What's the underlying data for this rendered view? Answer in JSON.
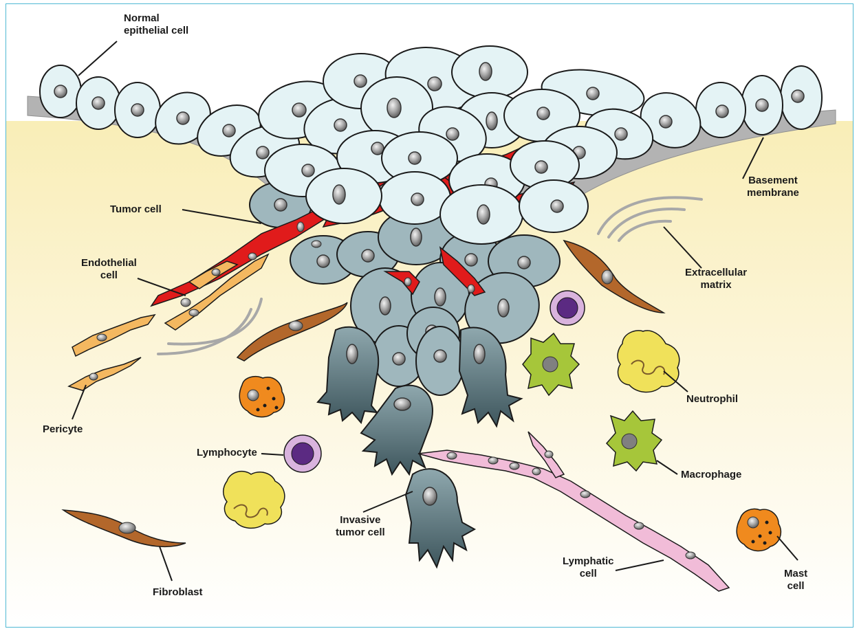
{
  "labels": {
    "normal_epithelial_cell": [
      "Normal",
      "epithelial cell"
    ],
    "basement_membrane": [
      "Basement",
      "membrane"
    ],
    "tumor_cell": [
      "Tumor cell"
    ],
    "endothelial_cell": [
      "Endothelial",
      "cell"
    ],
    "extracellular_matrix": [
      "Extracellular",
      "matrix"
    ],
    "pericyte": [
      "Pericyte"
    ],
    "neutrophil": [
      "Neutrophil"
    ],
    "lymphocyte": [
      "Lymphocyte"
    ],
    "macrophage": [
      "Macrophage"
    ],
    "invasive_tumor_cell": [
      "Invasive",
      "tumor cell"
    ],
    "fibroblast": [
      "Fibroblast"
    ],
    "lymphatic_cell": [
      "Lymphatic",
      "cell"
    ],
    "mast_cell": [
      "Mast",
      "cell"
    ]
  },
  "colors": {
    "frame": "#4fb8d3",
    "stroma": "#fbf4cf",
    "basement_membrane": "#b3b3b3",
    "epithelial": "#e4f3f5",
    "tumor": "#9fb7bd",
    "invasive": "#5f7a82",
    "endothelial": "#e01b1b",
    "pericyte": "#f4b860",
    "fibroblast": "#b3672b",
    "lymphocyte_outer": "#d9b3de",
    "lymphocyte_nucleus": "#5b2a82",
    "macrophage": "#a6c63a",
    "neutrophil": "#f0e15a",
    "mast": "#f08a1e",
    "lymphatic": "#f1bcd8",
    "matrix": "#a8a8a8"
  },
  "icons": [
    "epithelial-cell-icon",
    "tumor-cell-icon",
    "endothelial-cell-icon",
    "pericyte-icon",
    "fibroblast-icon",
    "lymphocyte-icon",
    "macrophage-icon",
    "neutrophil-icon",
    "mast-cell-icon",
    "lymphatic-cell-icon",
    "extracellular-matrix-icon"
  ]
}
